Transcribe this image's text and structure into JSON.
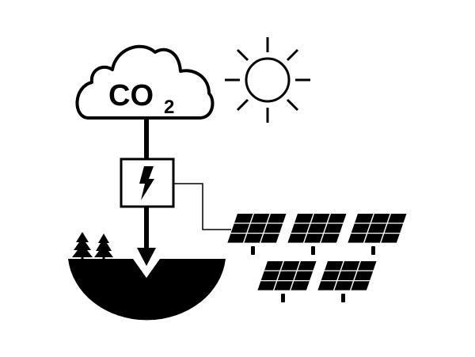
{
  "diagram": {
    "cloud_label": {
      "main": "CO",
      "subscript": "2"
    },
    "colors": {
      "ink": "#000000",
      "background": "#ffffff"
    },
    "icons": [
      "cloud-icon",
      "sun-icon",
      "lightning-icon",
      "tree-icon",
      "ground-icon",
      "solar-panel-icon",
      "arrow-down-icon"
    ],
    "solar_panel_rows": [
      3,
      2
    ]
  }
}
